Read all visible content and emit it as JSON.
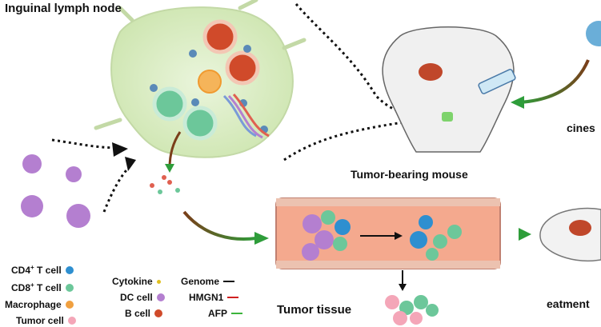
{
  "labels": {
    "lymph_node": "Inguinal lymph node",
    "mouse": "Tumor-bearing mouse",
    "tumor_tissue": "Tumor tissue",
    "vaccines_partial": "cines",
    "treatment_partial": "eatment"
  },
  "legend_cells": [
    {
      "label": "CD4",
      "sup": "+",
      "suffix": " T cell",
      "color": "#2e8fd0"
    },
    {
      "label": "CD8",
      "sup": "+",
      "suffix": " T cell",
      "color": "#6cc79a"
    },
    {
      "label": "Macrophage",
      "sup": "",
      "suffix": "",
      "color": "#f0a040"
    },
    {
      "label": "Tumor cell",
      "sup": "",
      "suffix": "",
      "color": "#f4a6b8"
    }
  ],
  "legend_mid": [
    {
      "label": "Cytokine",
      "color": "#e0c020"
    },
    {
      "label": "DC cell",
      "color": "#b47fd0"
    },
    {
      "label": "B cell",
      "color": "#d04a2a"
    }
  ],
  "legend_lines": [
    {
      "label": "Genome",
      "color": "#111111"
    },
    {
      "label": "HMGN1",
      "color": "#d02020"
    },
    {
      "label": "AFP",
      "color": "#3cb43c"
    }
  ],
  "colors": {
    "lymph_node": "#d6ebc0",
    "vessel_wall": "#ecc2b0",
    "vessel_lumen": "#f4a98e",
    "arrow_green": "#2e7d32",
    "arrow_brown": "#7a3e1a"
  }
}
